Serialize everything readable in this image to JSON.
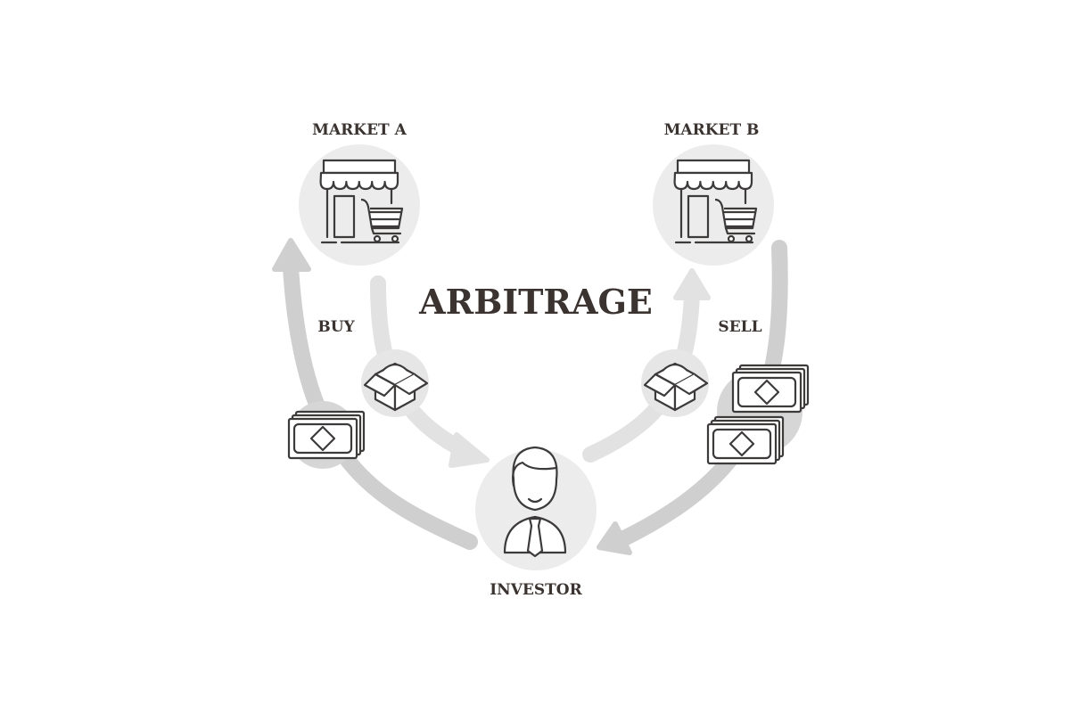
{
  "title": "ARBITRAGE",
  "nodes": {
    "market_a": "MARKET A",
    "market_b": "MARKET B",
    "investor": "INVESTOR"
  },
  "actions": {
    "buy": "BUY",
    "sell": "SELL"
  },
  "colors": {
    "text": "#3a3330",
    "circle": "#ececec",
    "arrow_dark": "#cfcfcf",
    "arrow_light": "#e2e2e2"
  }
}
